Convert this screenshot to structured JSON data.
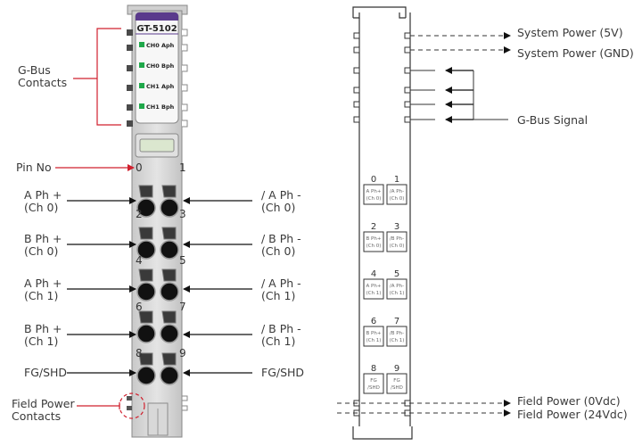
{
  "module": {
    "model": "GT-5102",
    "leds": [
      "CH0 Aph",
      "CH0 Bph",
      "CH1 Aph",
      "CH1 Bph"
    ],
    "led_color": "#1fa84a",
    "header_color": "#5a3a8c"
  },
  "left_labels": {
    "gbus_contacts": [
      "G-Bus",
      "Contacts"
    ],
    "pin_no": "Pin No",
    "field_power_contacts": [
      "Field Power",
      "Contacts"
    ],
    "left_pins": [
      {
        "line1": "A Ph +",
        "line2": "(Ch 0)"
      },
      {
        "line1": "B Ph +",
        "line2": "(Ch 0)"
      },
      {
        "line1": "A Ph +",
        "line2": "(Ch 1)"
      },
      {
        "line1": "B Ph +",
        "line2": "(Ch 1)"
      },
      {
        "line1": "FG/SHD",
        "line2": ""
      }
    ],
    "right_pins": [
      {
        "line1": "/ A Ph -",
        "line2": "(Ch 0)"
      },
      {
        "line1": "/ B Ph -",
        "line2": "(Ch 0)"
      },
      {
        "line1": "/ A Ph -",
        "line2": "(Ch 1)"
      },
      {
        "line1": "/ B Ph -",
        "line2": "(Ch 1)"
      },
      {
        "line1": "FG/SHD",
        "line2": ""
      }
    ],
    "pin_numbers": [
      "0",
      "1",
      "2",
      "3",
      "4",
      "5",
      "6",
      "7",
      "8",
      "9"
    ],
    "accent_color": "#d0202e"
  },
  "schematic": {
    "system_power_5v": "System Power (5V)",
    "system_power_gnd": "System Power (GND)",
    "gbus_signal": "G-Bus Signal",
    "field_power_0v": "Field Power (0Vdc)",
    "field_power_24v": "Field Power (24Vdc)",
    "terminals": [
      {
        "num": "0",
        "l1": "A Ph+",
        "l2": "(Ch 0)"
      },
      {
        "num": "1",
        "l1": "/A Ph-",
        "l2": "(Ch 0)"
      },
      {
        "num": "2",
        "l1": "B Ph+",
        "l2": "(Ch 0)"
      },
      {
        "num": "3",
        "l1": "/B Ph-",
        "l2": "(Ch 0)"
      },
      {
        "num": "4",
        "l1": "A Ph+",
        "l2": "(Ch 1)"
      },
      {
        "num": "5",
        "l1": "/A Ph-",
        "l2": "(Ch 1)"
      },
      {
        "num": "6",
        "l1": "B Ph+",
        "l2": "(Ch 1)"
      },
      {
        "num": "7",
        "l1": "/B Ph-",
        "l2": "(Ch 1)"
      },
      {
        "num": "8",
        "l1": "FG",
        "l2": "/SHD"
      },
      {
        "num": "9",
        "l1": "FG",
        "l2": "/SHD"
      }
    ]
  }
}
